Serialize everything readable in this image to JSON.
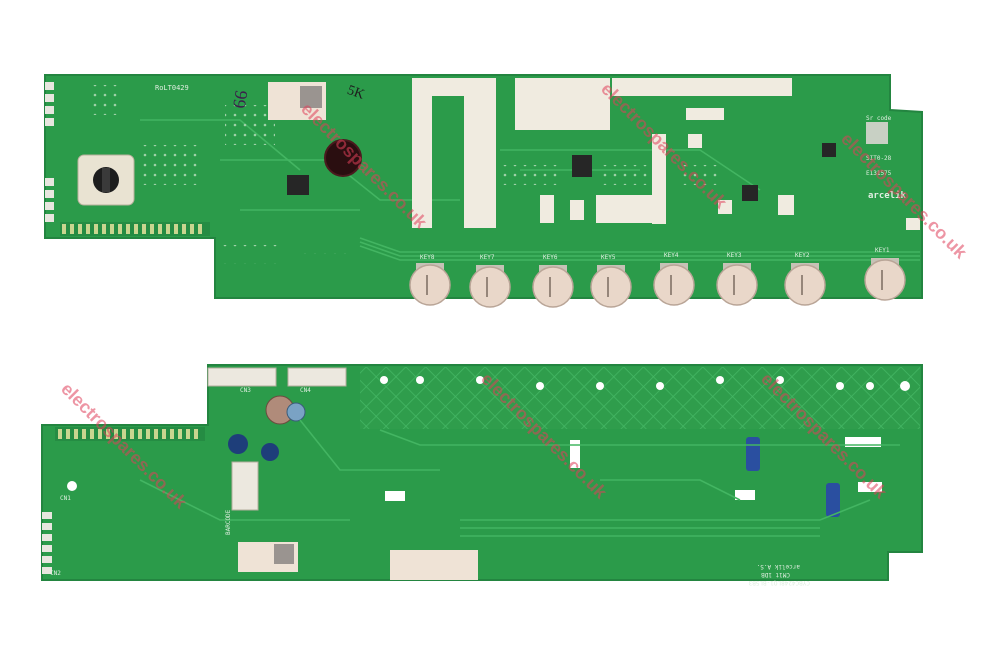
{
  "image": {
    "description_type": "photo",
    "board_color": "#2b9b4a",
    "trace_color": "#3fb15d",
    "tag_color": "#efe3d6"
  },
  "top_board": {
    "silk_texts": [
      "RoLT0429",
      "arcelik",
      "Sr code",
      "SIT0-28",
      "E131575"
    ],
    "handwritten_marks": [
      "66",
      "5K"
    ],
    "key_labels": [
      "KEY8",
      "KEY7",
      "KEY6",
      "KEY5",
      "KEY4",
      "KEY3",
      "KEY2",
      "KEY1"
    ]
  },
  "bottom_board": {
    "silk_texts": [
      "BARCODE",
      "arcelik A.S.",
      "CM1t 1DB",
      "CYBC4248LQ1-BL5B3",
      "CN1",
      "CN2",
      "CN3",
      "CN4"
    ]
  },
  "watermark": {
    "text": "electrospares.co.uk"
  }
}
